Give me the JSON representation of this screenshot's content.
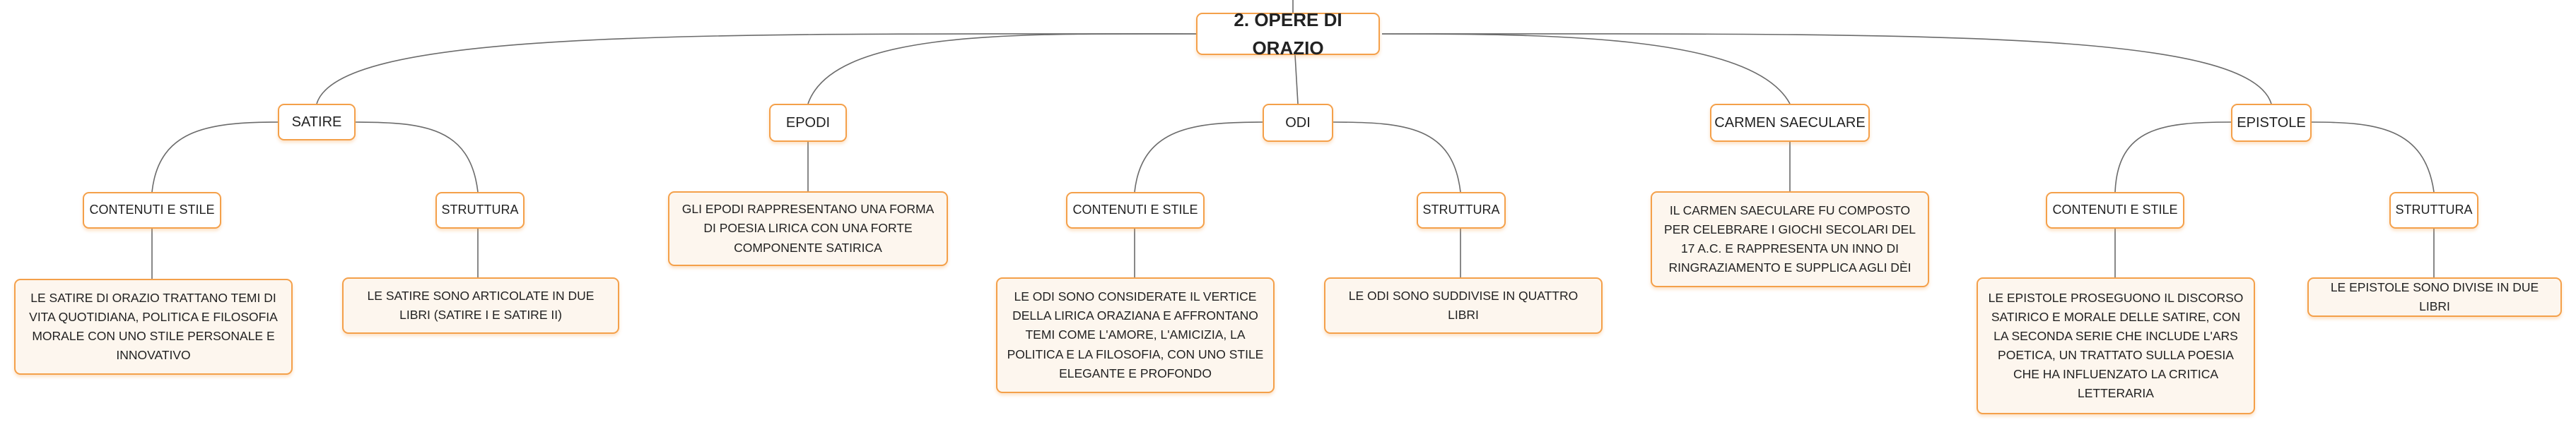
{
  "colors": {
    "accent": "#f4a04a",
    "line": "#6b6b6b",
    "leaf_fill": "#fdf6ee"
  },
  "root": {
    "label": "2. OPERE DI ORAZIO"
  },
  "satire": {
    "label": "SATIRE",
    "contenuti": {
      "label": "CONTENUTI E STILE",
      "text": "LE SATIRE DI ORAZIO TRATTANO TEMI DI VITA QUOTIDIANA, POLITICA E FILOSOFIA MORALE CON UNO STILE PERSONALE E INNOVATIVO"
    },
    "struttura": {
      "label": "STRUTTURA",
      "text": "LE SATIRE SONO ARTICOLATE IN DUE LIBRI (SATIRE I E SATIRE II)"
    }
  },
  "epodi": {
    "label": "EPODI",
    "text": "GLI EPODI RAPPRESENTANO UNA FORMA DI POESIA LIRICA CON UNA FORTE COMPONENTE SATIRICA"
  },
  "odi": {
    "label": "ODI",
    "contenuti": {
      "label": "CONTENUTI E STILE",
      "text": "LE ODI SONO CONSIDERATE IL VERTICE DELLA LIRICA ORAZIANA E AFFRONTANO TEMI COME L'AMORE, L'AMICIZIA, LA POLITICA E LA FILOSOFIA, CON UNO STILE ELEGANTE E PROFONDO"
    },
    "struttura": {
      "label": "STRUTTURA",
      "text": "LE ODI SONO SUDDIVISE IN QUATTRO LIBRI"
    }
  },
  "carmen": {
    "label": "CARMEN SAECULARE",
    "text": "IL CARMEN SAECULARE FU COMPOSTO PER CELEBRARE I GIOCHI SECOLARI DEL 17 A.C. E RAPPRESENTA UN INNO DI RINGRAZIAMENTO E SUPPLICA AGLI DÈI"
  },
  "epistole": {
    "label": "EPISTOLE",
    "contenuti": {
      "label": "CONTENUTI E STILE",
      "text": "LE EPISTOLE PROSEGUONO IL DISCORSO SATIRICO E MORALE DELLE SATIRE, CON LA SECONDA SERIE CHE INCLUDE L'ARS POETICA, UN TRATTATO SULLA POESIA CHE HA INFLUENZATO LA CRITICA LETTERARIA"
    },
    "struttura": {
      "label": "STRUTTURA",
      "text": "LE EPISTOLE SONO DIVISE IN DUE LIBRI"
    }
  }
}
